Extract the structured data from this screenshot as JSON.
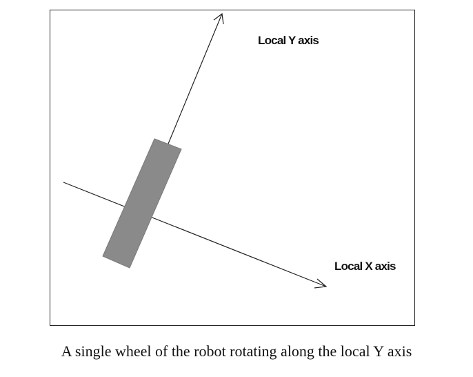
{
  "diagram": {
    "y_axis_label": "Local Y axis",
    "x_axis_label": "Local X axis",
    "wheel_color": "#8a8a8a",
    "line_color": "#222222"
  },
  "caption": "A single wheel of the robot rotating along the local Y axis"
}
